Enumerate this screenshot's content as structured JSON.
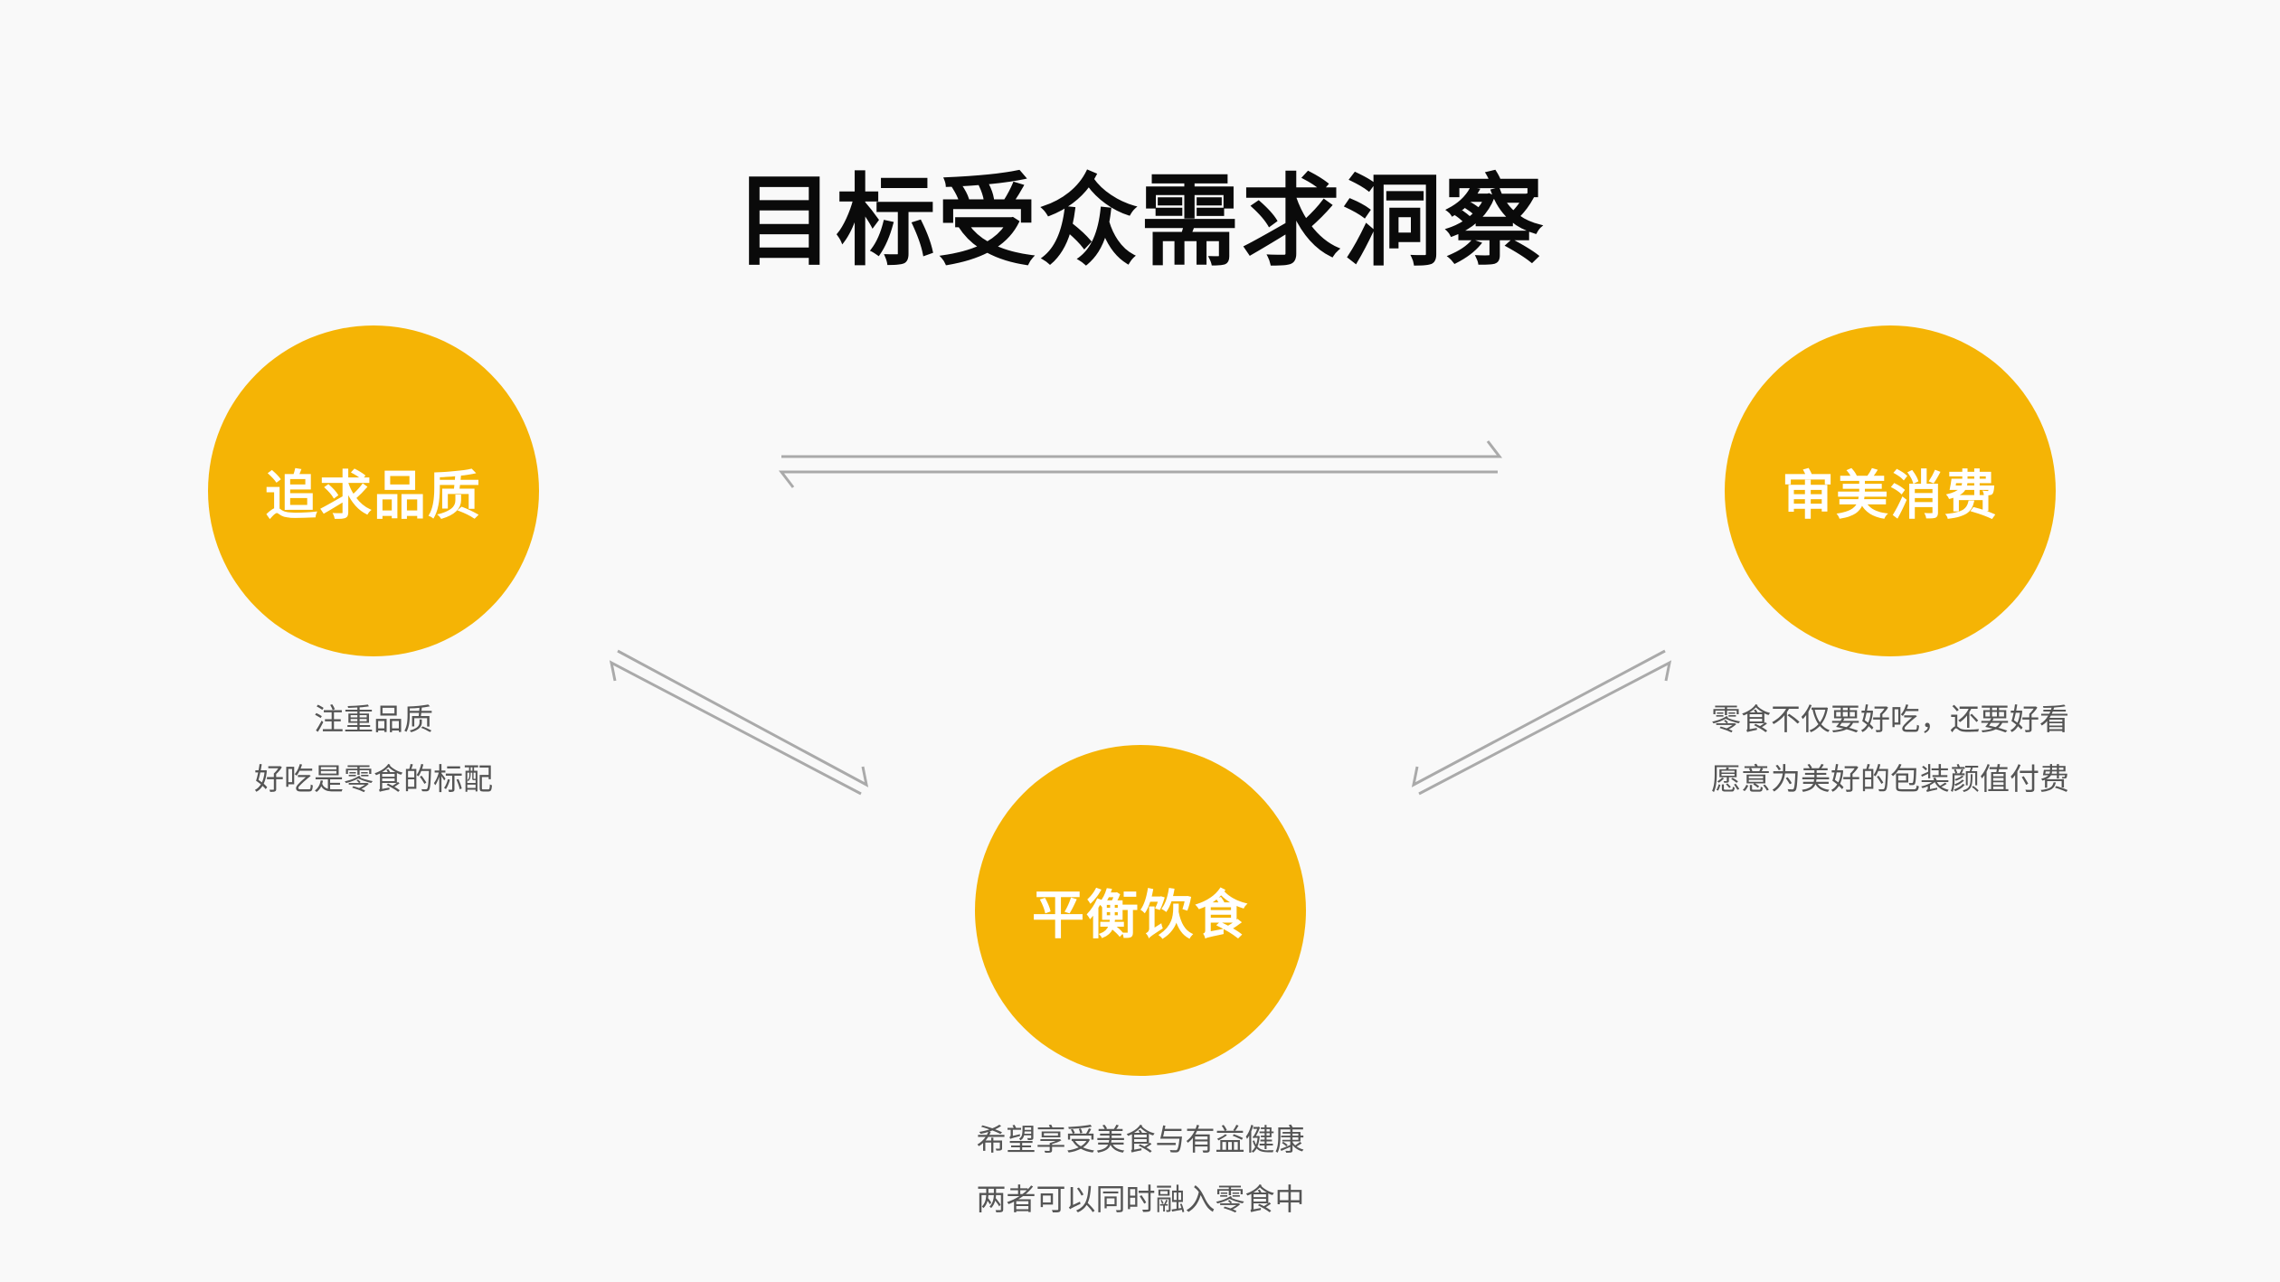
{
  "title": "目标受众需求洞察",
  "nodes": [
    {
      "label": "追求品质",
      "desc": [
        "注重品质",
        "好吃是零食的标配"
      ]
    },
    {
      "label": "审美消费",
      "desc": [
        "零食不仅要好吃，还要好看",
        "愿意为美好的包装颜值付费"
      ]
    },
    {
      "label": "平衡饮食",
      "desc": [
        "希望享受美食与有益健康",
        "两者可以同时融入零食中"
      ]
    }
  ],
  "colors": {
    "accent": "#f5b405",
    "arrow": "#aaaaaa",
    "background": "#f9f9f9"
  }
}
